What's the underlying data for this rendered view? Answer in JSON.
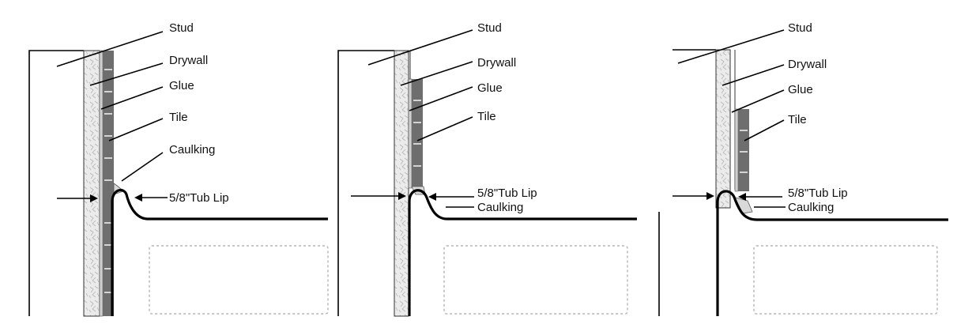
{
  "colors": {
    "line": "#000000",
    "drywall_fill": "#ebebeb",
    "drywall_texture": "#b5b5b5",
    "tile": "#6e6e6e",
    "tile_joint": "#ffffff",
    "caulk": "#d9d9d9",
    "tub_outline_dashed": "#a8a8a8"
  },
  "panels": [
    {
      "labels": {
        "stud": "Stud",
        "drywall": "Drywall",
        "glue": "Glue",
        "tile": "Tile",
        "caulking": "Caulking",
        "tub_lip": "5/8\"Tub Lip"
      }
    },
    {
      "labels": {
        "stud": "Stud",
        "drywall": "Drywall",
        "glue": "Glue",
        "tile": "Tile",
        "tub_lip": "5/8\"Tub Lip",
        "caulking": "Caulking"
      }
    },
    {
      "labels": {
        "stud": "Stud",
        "drywall": "Drywall",
        "glue": "Glue",
        "tile": "Tile",
        "tub_lip": "5/8\"Tub Lip",
        "caulking": "Caulking"
      }
    }
  ]
}
